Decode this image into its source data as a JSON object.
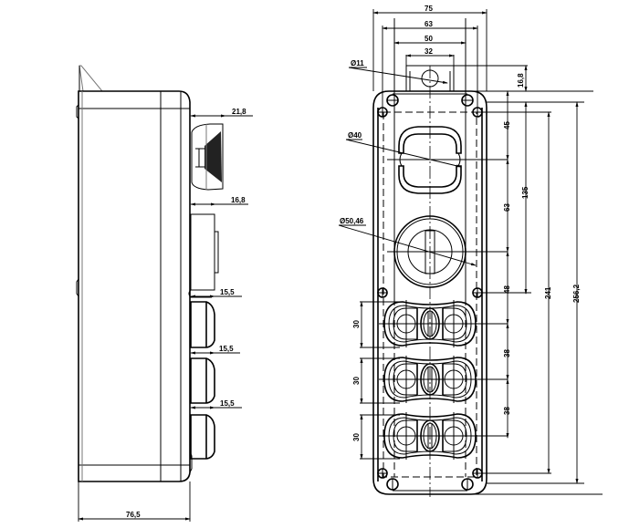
{
  "drawing": {
    "title": "Control station housing – dimensional drawing",
    "units": "mm",
    "views": [
      "side-view",
      "front-view"
    ]
  },
  "side_view": {
    "dimensions": {
      "mushroom_button_protrusion": "21,8",
      "selector_switch_protrusion": "16,8",
      "pushbutton_1_protrusion": "15,5",
      "pushbutton_2_protrusion": "15,5",
      "pushbutton_3_protrusion": "15,5",
      "housing_depth": "76,5"
    }
  },
  "front_view": {
    "dimensions": {
      "overall_width": "75",
      "mounting_hole_spacing_width": "63",
      "inner_width": "50",
      "bracket_width": "32",
      "bracket_hole_diameter": "Ø11",
      "mushroom_button_diameter": "Ø40",
      "selector_diameter": "Ø50,46",
      "bracket_offset": "16,8",
      "first_pitch": "45",
      "second_pitch": "63",
      "third_pitch": "48",
      "pitch_group_total": "135",
      "inner_height": "241",
      "overall_height": "256,2",
      "double_button_height_1": "30",
      "double_button_height_2": "30",
      "double_button_height_3": "30",
      "double_button_pitch_1": "38",
      "double_button_pitch_2": "38"
    },
    "components": [
      {
        "name": "mushroom-button",
        "count": 1
      },
      {
        "name": "selector-switch",
        "count": 1
      },
      {
        "name": "double-pushbutton",
        "count": 3
      },
      {
        "name": "mounting-screw",
        "count": 4
      },
      {
        "name": "bracket-screw",
        "count": 4
      }
    ]
  }
}
